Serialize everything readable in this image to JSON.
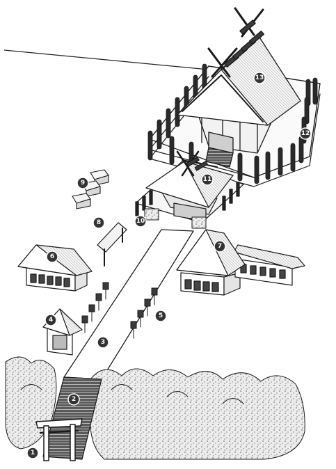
{
  "markers": [
    {
      "id": "torii-gate",
      "label": "1"
    },
    {
      "id": "stone-stairs",
      "label": "2"
    },
    {
      "id": "approach-path",
      "label": "3"
    },
    {
      "id": "water-pavilion",
      "label": "4"
    },
    {
      "id": "lantern-row",
      "label": "5"
    },
    {
      "id": "hall-left",
      "label": "6"
    },
    {
      "id": "hall-right",
      "label": "7"
    },
    {
      "id": "notice-board",
      "label": "8"
    },
    {
      "id": "small-shrines",
      "label": "9"
    },
    {
      "id": "guardian-statues",
      "label": "10"
    },
    {
      "id": "worship-hall",
      "label": "11"
    },
    {
      "id": "sacred-fence",
      "label": "12"
    },
    {
      "id": "main-sanctuary",
      "label": "13"
    }
  ]
}
